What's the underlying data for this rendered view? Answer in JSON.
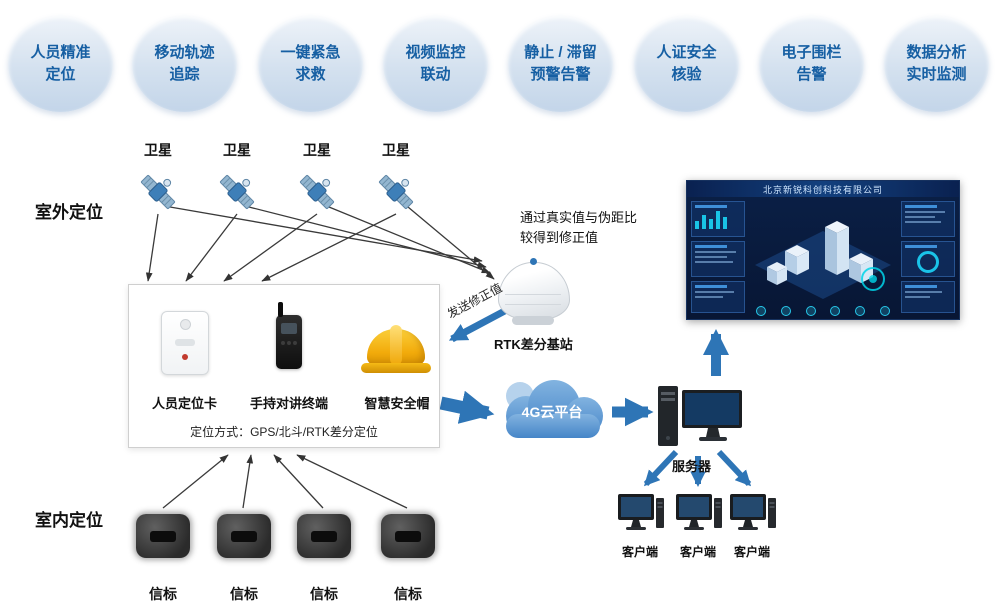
{
  "features": [
    {
      "line1": "人员精准",
      "line2": "定位"
    },
    {
      "line1": "移动轨迹",
      "line2": "追踪"
    },
    {
      "line1": "一键紧急",
      "line2": "求救"
    },
    {
      "line1": "视频监控",
      "line2": "联动"
    },
    {
      "line1": "静止 / 滞留",
      "line2": "预警告警"
    },
    {
      "line1": "人证安全",
      "line2": "核验"
    },
    {
      "line1": "电子围栏",
      "line2": "告警"
    },
    {
      "line1": "数据分析",
      "line2": "实时监测"
    }
  ],
  "zones": {
    "outdoor": "室外定位",
    "indoor": "室内定位"
  },
  "satellite_label": "卫星",
  "device_box": {
    "card": "人员定位卡",
    "handheld": "手持对讲终端",
    "helmet": "智慧安全帽",
    "caption": "定位方式：GPS/北斗/RTK差分定位"
  },
  "rtk": {
    "note_line1": "通过真实值与伪距比",
    "note_line2": "较得到修正值",
    "send_label": "发送修正值",
    "label": "RTK差分基站"
  },
  "cloud_label": "4G云平台",
  "server_label": "服务器",
  "client_label": "客户端",
  "beacon_label": "信标",
  "dashboard": {
    "title": "北京新锐科创科技有限公司"
  }
}
